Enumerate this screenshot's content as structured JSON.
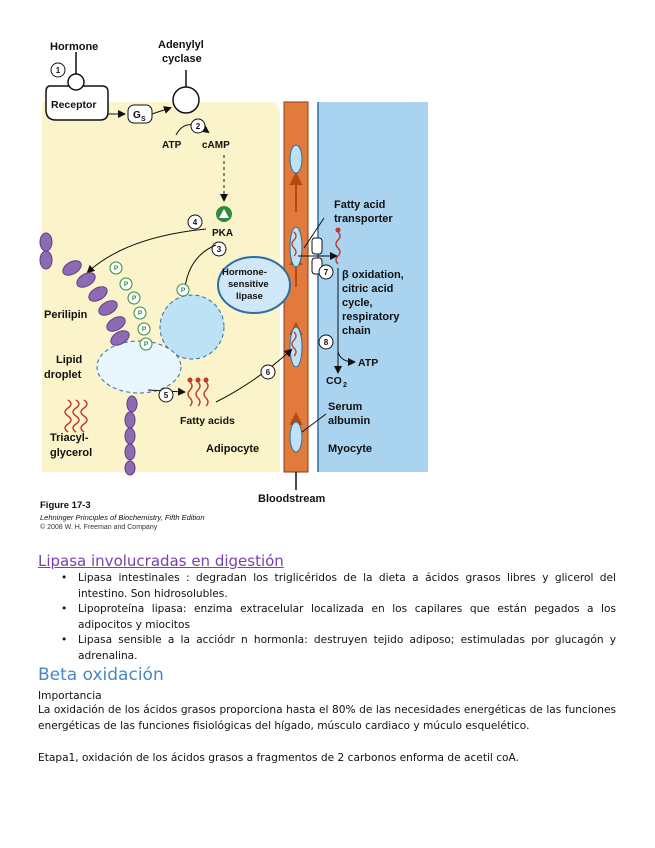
{
  "figure": {
    "labels": {
      "hormone": "Hormone",
      "adenylyl_1": "Adenylyl",
      "adenylyl_2": "cyclase",
      "receptor": "Receptor",
      "gs": "G",
      "gs_sub": "S",
      "atp": "ATP",
      "camp": "cAMP",
      "pka": "PKA",
      "hsl_1": "Hormone-",
      "hsl_2": "sensitive",
      "hsl_3": "lipase",
      "perilipin": "Perilipin",
      "lipid_1": "Lipid",
      "lipid_2": "droplet",
      "triacyl_1": "Triacyl-",
      "triacyl_2": "glycerol",
      "fatty_acids": "Fatty acids",
      "adipocyte": "Adipocyte",
      "fa_transporter_1": "Fatty acid",
      "fa_transporter_2": "transporter",
      "beta_1": "β oxidation,",
      "beta_2": "citric acid",
      "beta_3": "cycle,",
      "beta_4": "respiratory",
      "beta_5": "chain",
      "atp2": "ATP",
      "co2": "CO",
      "co2_sub": "2",
      "serum_1": "Serum",
      "serum_2": "albumin",
      "myocyte": "Myocyte",
      "bloodstream": "Bloodstream",
      "p": "P",
      "step1": "1",
      "step2": "2",
      "step3": "3",
      "step4": "4",
      "step5": "5",
      "step6": "6",
      "step7": "7",
      "step8": "8"
    },
    "caption_number": "Figure 17-3",
    "caption_book": "Lehninger Principles of Biochemistry, Fifth Edition",
    "caption_copyright": "© 2008 W. H. Freeman and Company",
    "colors": {
      "adipocyte_bg": "#fbf3c9",
      "myocyte_bg": "#a9d3ef",
      "vessel": "#e27a3e",
      "droplet_blue": "#bde1f5",
      "perilipin": "#8d6ab2"
    }
  },
  "heading1": "Lipasa involucradas en digestión",
  "bullets": [
    "Lipasa intestinales : degradan los triglicéridos de la dieta a ácidos grasos libres y glicerol del intestino. Son hidrosolubles.",
    "Lipoproteína lipasa: enzima extracelular localizada en los capilares que están pegados a los adipocitos y miocitos",
    "Lipasa sensible a la acciódr n hormonla: destruyen tejido adiposo; estimuladas por glucagón y adrenalina."
  ],
  "heading2": "Beta oxidación",
  "importance_label": "Importancia",
  "importance_body": "La oxidación de los ácidos grasos proporciona hasta el 80% de las necesidades energéticas de las funciones energéticas de las funciones fisiológicas del hígado, músculo cardiaco y múculo esquelético.",
  "etapa": "Etapa1, oxidación de los ácidos grasos a fragmentos de 2 carbonos enforma de acetil coA."
}
